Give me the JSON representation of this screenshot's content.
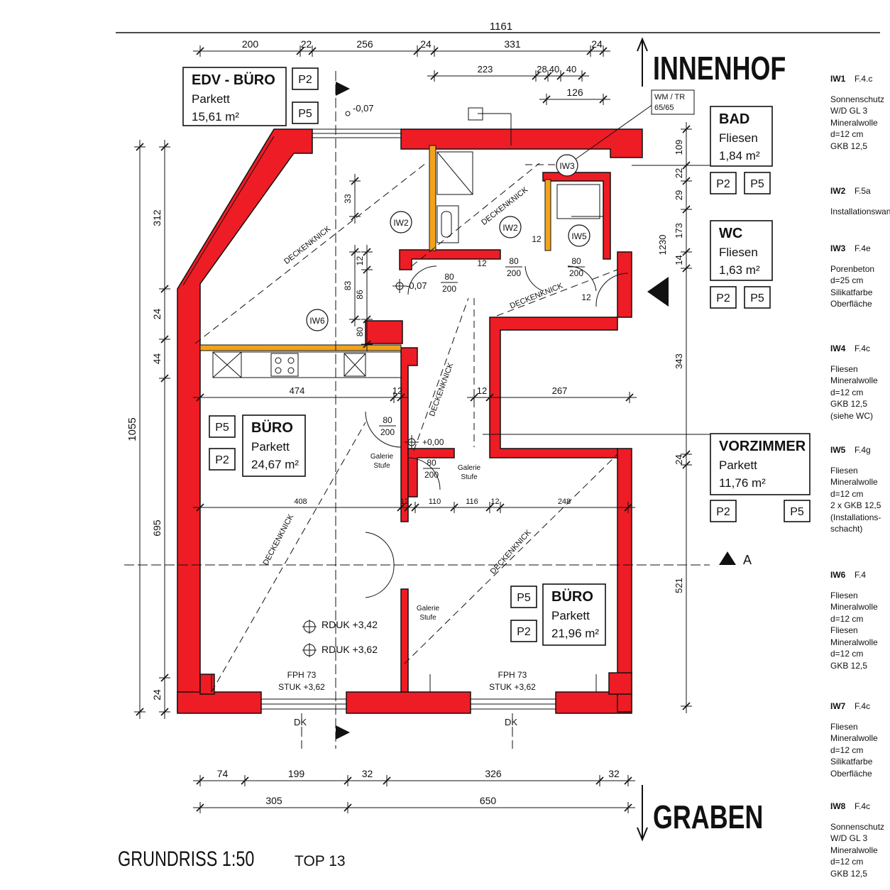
{
  "plan": {
    "title": "GRUNDRISS 1:50",
    "unit": "TOP 13",
    "north_label": "INNENHOF",
    "south_label": "GRABEN",
    "section_marker": "A",
    "colors": {
      "wall": "#ee1c25",
      "partition": "#f2a31b",
      "ink": "#111111"
    }
  },
  "rooms": [
    {
      "name": "EDV - BÜRO",
      "floor": "Parkett",
      "area": "15,61 m²",
      "tags": [
        "P2",
        "P5"
      ]
    },
    {
      "name": "BAD",
      "floor": "Fliesen",
      "area": "1,84 m²",
      "tags": [
        "P2",
        "P5"
      ]
    },
    {
      "name": "WC",
      "floor": "Fliesen",
      "area": "1,63 m²",
      "tags": [
        "P2",
        "P5"
      ]
    },
    {
      "name": "BÜRO",
      "floor": "Parkett",
      "area": "24,67 m²",
      "tags": [
        "P5",
        "P2"
      ]
    },
    {
      "name": "VORZIMMER",
      "floor": "Parkett",
      "area": "11,76 m²",
      "tags": [
        "P2",
        "P5"
      ]
    },
    {
      "name": "BÜRO",
      "floor": "Parkett",
      "area": "21,96 m²",
      "tags": [
        "P5",
        "P2"
      ]
    }
  ],
  "dimensions": {
    "top_total": "1161",
    "top_row1": [
      "200",
      "22",
      "256",
      "24",
      "331",
      "24"
    ],
    "top_row2": [
      "223",
      "28",
      "40",
      "40"
    ],
    "top_row3": "126",
    "left_outer": "1055",
    "left_inner": [
      "312",
      "24",
      "44",
      "695",
      "24"
    ],
    "right_inner": [
      "109",
      "22",
      "29",
      "173",
      "14",
      "343",
      "24",
      "521"
    ],
    "right_extra": "1230",
    "bottom_row1": [
      "74",
      "199",
      "32",
      "326",
      "32"
    ],
    "bottom_row2": [
      "305",
      "650"
    ],
    "interior": [
      "474",
      "12",
      "267",
      "12",
      "408",
      "12",
      "110",
      "116",
      "12",
      "248",
      "33",
      "83",
      "86",
      "12",
      "80",
      "12",
      "12",
      "12"
    ],
    "doors": [
      "80\n200",
      "80\n200",
      "80\n200",
      "80\n200",
      "80\n200",
      "80\n200"
    ]
  },
  "annotations": {
    "wm_tr": [
      "WM / TR",
      "65/65"
    ],
    "levels": [
      "-0,07",
      "-0,07",
      "+0,00"
    ],
    "deckenknick": "DECKENKNICK",
    "galerie": [
      "Galerie",
      "Stufe"
    ],
    "rduk": [
      "RDUK +3,42",
      "RDUK +3,62"
    ],
    "fph": [
      "FPH 73",
      "STUK +3,62"
    ],
    "dk": "DK",
    "wall_tags": [
      "IW2",
      "IW2",
      "IW3",
      "IW5",
      "IW6"
    ]
  },
  "legend": [
    {
      "id": "IW1",
      "code": "F.4.c",
      "lines": [
        "Sonnenschutz",
        "W/D GL 3",
        "Mineralwolle",
        "d=12 cm",
        "GKB 12,5"
      ]
    },
    {
      "id": "IW2",
      "code": "F.5a",
      "lines": [
        "Installationswand"
      ]
    },
    {
      "id": "IW3",
      "code": "F.4e",
      "lines": [
        "Porenbeton",
        "d=25 cm",
        "Silikatfarbe",
        "Oberfläche"
      ]
    },
    {
      "id": "IW4",
      "code": "F.4c",
      "lines": [
        "Fliesen",
        "Mineralwolle",
        "d=12 cm",
        "GKB 12,5",
        "(siehe WC)"
      ]
    },
    {
      "id": "IW5",
      "code": "F.4g",
      "lines": [
        "Fliesen",
        "Mineralwolle",
        "d=12 cm",
        "2 x GKB 12,5",
        "(Installations-",
        "schacht)"
      ]
    },
    {
      "id": "IW6",
      "code": "F.4",
      "lines": [
        "Fliesen",
        "Mineralwolle",
        "d=12 cm",
        "Fliesen",
        "Mineralwolle",
        "d=12 cm",
        "GKB 12,5"
      ]
    },
    {
      "id": "IW7",
      "code": "F.4c",
      "lines": [
        "Fliesen",
        "Mineralwolle",
        "d=12 cm",
        "Silikatfarbe",
        "Oberfläche"
      ]
    },
    {
      "id": "IW8",
      "code": "F.4c",
      "lines": [
        "Sonnenschutz",
        "W/D GL 3",
        "Mineralwolle",
        "d=12 cm",
        "GKB 12,5"
      ]
    }
  ]
}
